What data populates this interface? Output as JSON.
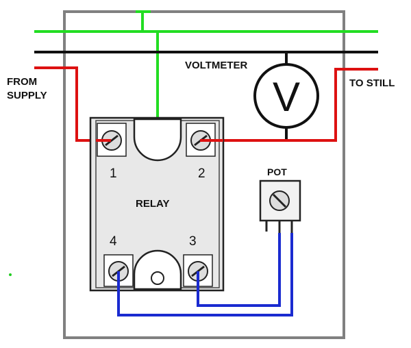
{
  "labels": {
    "from_supply": [
      "FROM",
      "SUPPLY"
    ],
    "to_still": "TO STILL",
    "voltmeter": "VOLTMETER",
    "voltmeter_symbol": "V",
    "relay": "RELAY",
    "pot": "POT",
    "terminal_1": "1",
    "terminal_2": "2",
    "terminal_3": "3",
    "terminal_4": "4"
  },
  "colors": {
    "ground_wire": "#22dd22",
    "bus_wire": "#111111",
    "supply_wire": "#dd1111",
    "control_wire": "#1a2bd0",
    "enclosure": "#808080",
    "relay_body": "#e8e8e8",
    "relay_outline": "#222222"
  }
}
